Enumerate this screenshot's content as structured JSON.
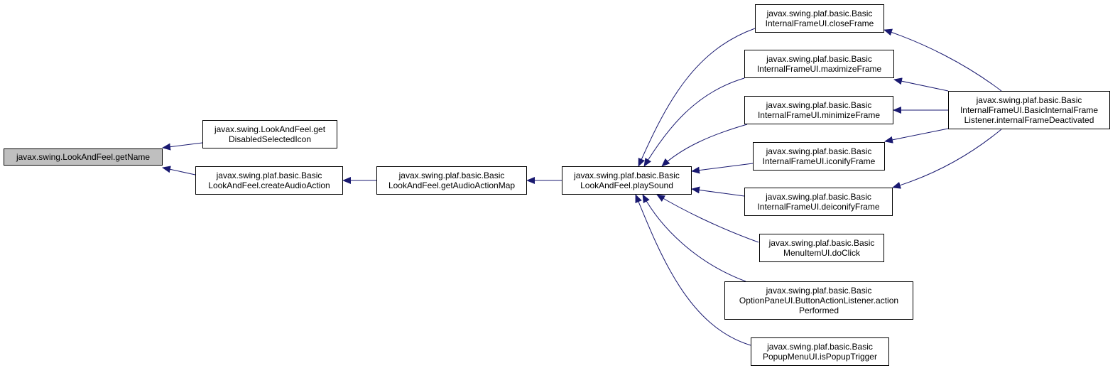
{
  "graph": {
    "edge_color": "#191970",
    "root_fill": "#bfbfbf",
    "nodes": [
      {
        "id": "n_getName",
        "lines": [
          "javax.swing.LookAndFeel.getName"
        ],
        "root": true
      },
      {
        "id": "n_getDisabledSelectedIcon",
        "lines": [
          "javax.swing.LookAndFeel.get",
          "DisabledSelectedIcon"
        ]
      },
      {
        "id": "n_createAudioAction",
        "lines": [
          "javax.swing.plaf.basic.Basic",
          "LookAndFeel.createAudioAction"
        ]
      },
      {
        "id": "n_getAudioActionMap",
        "lines": [
          "javax.swing.plaf.basic.Basic",
          "LookAndFeel.getAudioActionMap"
        ]
      },
      {
        "id": "n_playSound",
        "lines": [
          "javax.swing.plaf.basic.Basic",
          "LookAndFeel.playSound"
        ]
      },
      {
        "id": "n_closeFrame",
        "lines": [
          "javax.swing.plaf.basic.Basic",
          "InternalFrameUI.closeFrame"
        ]
      },
      {
        "id": "n_maximizeFrame",
        "lines": [
          "javax.swing.plaf.basic.Basic",
          "InternalFrameUI.maximizeFrame"
        ]
      },
      {
        "id": "n_minimizeFrame",
        "lines": [
          "javax.swing.plaf.basic.Basic",
          "InternalFrameUI.minimizeFrame"
        ]
      },
      {
        "id": "n_iconifyFrame",
        "lines": [
          "javax.swing.plaf.basic.Basic",
          "InternalFrameUI.iconifyFrame"
        ]
      },
      {
        "id": "n_deiconifyFrame",
        "lines": [
          "javax.swing.plaf.basic.Basic",
          "InternalFrameUI.deiconifyFrame"
        ]
      },
      {
        "id": "n_doClick",
        "lines": [
          "javax.swing.plaf.basic.Basic",
          "MenuItemUI.doClick"
        ]
      },
      {
        "id": "n_actionPerformed",
        "lines": [
          "javax.swing.plaf.basic.Basic",
          "OptionPaneUI.ButtonActionListener.action",
          "Performed"
        ]
      },
      {
        "id": "n_isPopupTrigger",
        "lines": [
          "javax.swing.plaf.basic.Basic",
          "PopupMenuUI.isPopupTrigger"
        ]
      },
      {
        "id": "n_internalFrameDeactivated",
        "lines": [
          "javax.swing.plaf.basic.Basic",
          "InternalFrameUI.BasicInternalFrame",
          "Listener.internalFrameDeactivated"
        ]
      }
    ],
    "edges": [
      {
        "from": "n_getDisabledSelectedIcon",
        "to": "n_getName"
      },
      {
        "from": "n_createAudioAction",
        "to": "n_getName"
      },
      {
        "from": "n_getAudioActionMap",
        "to": "n_createAudioAction"
      },
      {
        "from": "n_playSound",
        "to": "n_getAudioActionMap"
      },
      {
        "from": "n_closeFrame",
        "to": "n_playSound"
      },
      {
        "from": "n_maximizeFrame",
        "to": "n_playSound"
      },
      {
        "from": "n_minimizeFrame",
        "to": "n_playSound"
      },
      {
        "from": "n_iconifyFrame",
        "to": "n_playSound"
      },
      {
        "from": "n_deiconifyFrame",
        "to": "n_playSound"
      },
      {
        "from": "n_doClick",
        "to": "n_playSound"
      },
      {
        "from": "n_actionPerformed",
        "to": "n_playSound"
      },
      {
        "from": "n_isPopupTrigger",
        "to": "n_playSound"
      },
      {
        "from": "n_internalFrameDeactivated",
        "to": "n_closeFrame"
      },
      {
        "from": "n_internalFrameDeactivated",
        "to": "n_maximizeFrame"
      },
      {
        "from": "n_internalFrameDeactivated",
        "to": "n_minimizeFrame"
      },
      {
        "from": "n_internalFrameDeactivated",
        "to": "n_iconifyFrame"
      },
      {
        "from": "n_internalFrameDeactivated",
        "to": "n_deiconifyFrame"
      }
    ]
  }
}
